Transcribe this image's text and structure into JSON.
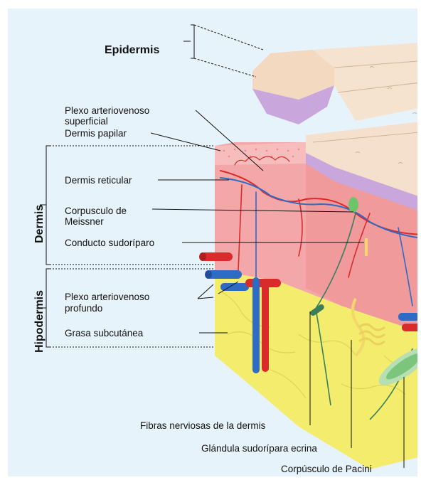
{
  "title": "",
  "layers": {
    "epidermis": "Epidermis",
    "dermis": "Dermis",
    "hypodermis": "Hipodermis"
  },
  "labels": {
    "plexo_superficial_1": "Plexo arteriovenoso",
    "plexo_superficial_2": "superficial",
    "dermis_papilar": "Dermis papilar",
    "dermis_reticular": "Dermis reticular",
    "meissner_1": "Corpusculo de",
    "meissner_2": "Meissner",
    "conducto": "Conducto sudoríparo",
    "plexo_profundo_1": "Plexo arteriovenoso",
    "plexo_profundo_2": "profundo",
    "grasa": "Grasa subcutánea",
    "fibras": "Fibras nerviosas de la dermis",
    "glandula": "Glándula sudorípara ecrina",
    "pacini": "Corpúsculo de Pacini"
  },
  "colors": {
    "background": "#e7f3fb",
    "epidermis_top": "#f2d9bf",
    "epidermis_purple": "#c9a7dd",
    "dermis": "#f4a7a8",
    "hypodermis": "#f6f07a",
    "artery": "#d92b2b",
    "vein": "#2d6bc4",
    "nerve": "#3a7f5a"
  }
}
